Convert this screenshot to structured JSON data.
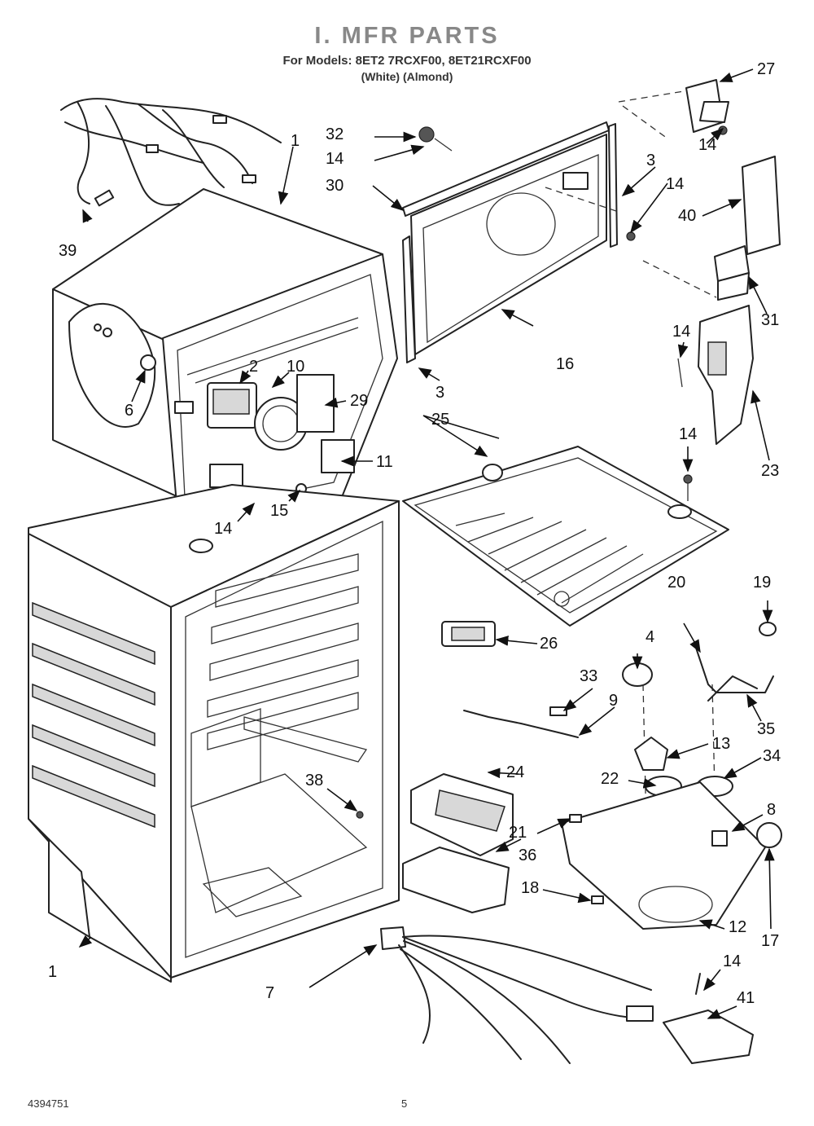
{
  "header": {
    "title": "I. MFR PARTS",
    "models_line": "For Models: 8ET2 7RCXF00, 8ET21RCXF00",
    "colors_line": "(White)          (Almond)"
  },
  "footer": {
    "doc_number": "4394751",
    "page_number": "5"
  },
  "callouts": {
    "c1_top": "1",
    "c1_bottom": "1",
    "c2": "2",
    "c3_right": "3",
    "c3_left": "3",
    "c4": "4",
    "c6": "6",
    "c7": "7",
    "c8": "8",
    "c9": "9",
    "c10": "10",
    "c11": "11",
    "c12": "12",
    "c13": "13",
    "c14_a": "14",
    "c14_b": "14",
    "c14_c": "14",
    "c14_d": "14",
    "c14_e": "14",
    "c14_f": "14",
    "c14_g": "14",
    "c15": "15",
    "c16": "16",
    "c17": "17",
    "c18": "18",
    "c19": "19",
    "c20": "20",
    "c21": "21",
    "c22": "22",
    "c23": "23",
    "c24": "24",
    "c25": "25",
    "c26": "26",
    "c27": "27",
    "c29": "29",
    "c30": "30",
    "c31": "31",
    "c32": "32",
    "c33": "33",
    "c34": "34",
    "c35": "35",
    "c36": "36",
    "c38": "38",
    "c39": "39",
    "c40": "40",
    "c41": "41"
  }
}
